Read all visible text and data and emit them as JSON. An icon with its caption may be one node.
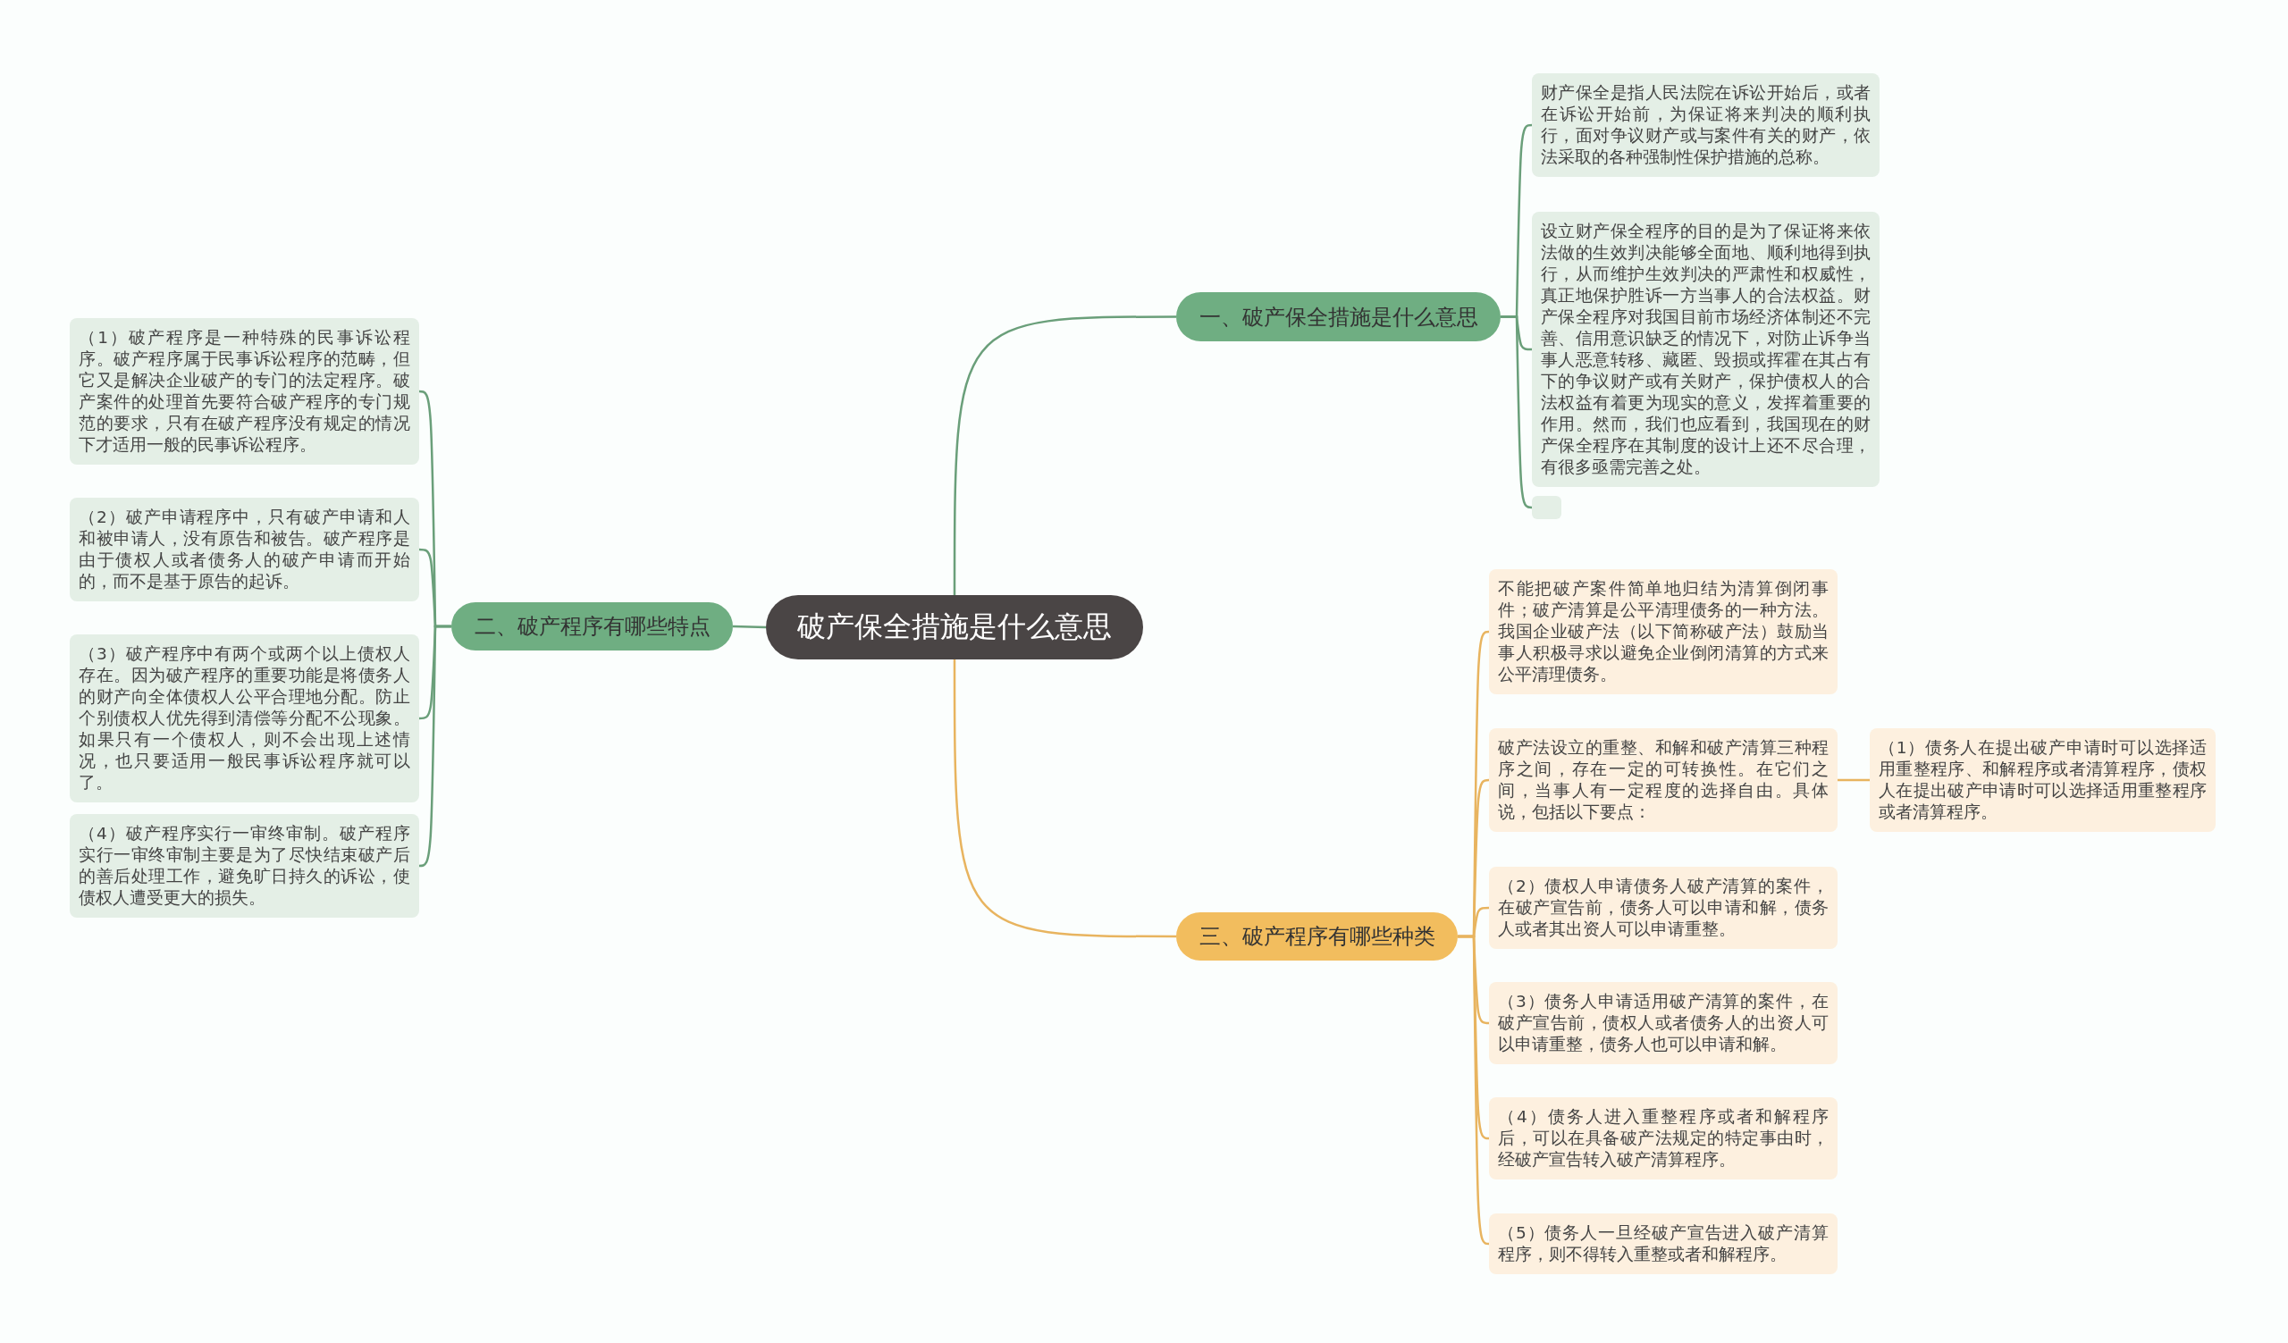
{
  "diagram": {
    "nodes": [
      {
        "text": [
          "破产保全措施是什么意思"
        ]
      },
      {
        "text": [
          "一、破产保全措施是什么意思"
        ]
      },
      {
        "text": [
          "财产保全是指人民法院在诉讼开始后，或者在诉讼开始前，为保证将来判决的顺利执行，面对争议财产或与案件有关的财产，依法采取的各种强制性保护措施的总称。"
        ]
      },
      {
        "text": [
          "设立财产保全程序的目的是为了保证将来依法做的生效判决能够全面地、顺利地得到执行，从而维护生效判决的严肃性和权威性，真正地保护胜诉一方当事人的合法权益。财产保全程序对我国目前市场经济体制还不完善、信用意识缺乏的情况下，对防止诉争当事人恶意转移、藏匿、毁损或挥霍在其占有下的争议财产或有关财产，保护债权人的合法权益有着更为现实的意义，发挥着重要的作用。然而，我们也应看到，我国现在的财产保全程序在其制度的设计上还不尽合理，有很多亟需完善之处。"
        ]
      },
      {
        "text": [],
        "shape": "box"
      },
      {
        "text": [
          "二、破产程序有哪些特点"
        ]
      },
      {
        "text": [
          "（1）破产程序是一种特殊的民事诉讼程序。破产程序属于民事诉讼程序的范畴，但它又是解决企业破产的专门的法定程序。破产案件的处理首先要符合破产程序的专门规范的要求，只有在破产程序没有规定的情况下才适用一般的民事诉讼程序。"
        ]
      },
      {
        "text": [
          "（2）破产申请程序中，只有破产申请和人和被申请人，没有原告和被告。破产程序是由于债权人或者债务人的破产申请而开始的，而不是基于原告的起诉。"
        ]
      },
      {
        "text": [
          "（3）破产程序中有两个或两个以上债权人存在。因为破产程序的重要功能是将债务人的财产向全体债权人公平合理地分配。防止个别债权人优先得到清偿等分配不公现象。如果只有一个债权人，则不会出现上述情况，也只要适用一般民事诉讼程序就可以了。"
        ]
      },
      {
        "text": [
          "（4）破产程序实行一审终审制。破产程序实行一审终审制主要是为了尽快结束破产后的善后处理工作，避免旷日持久的诉讼，使债权人遭受更大的损失。"
        ]
      },
      {
        "text": [
          "三、破产程序有哪些种类"
        ]
      },
      {
        "text": [
          "不能把破产案件简单地归结为清算倒闭事件；破产清算是公平清理债务的一种方法。我国企业破产法（以下简称破产法）鼓励当事人积极寻求以避免企业倒闭清算的方式来公平清理债务。"
        ]
      },
      {
        "text": [
          "破产法设立的重整、和解和破产清算三种程序之间，存在一定的可转换性。在它们之间，当事人有一定程度的选择自由。具体说，包括以下要点："
        ]
      },
      {
        "text": [
          "（1）债务人在提出破产申请时可以选择适用重整程序、和解程序或者清算程序，债权人在提出破产申请时可以选择适用重整程序或者清算程序。"
        ]
      },
      {
        "text": [
          "（2）债权人申请债务人破产清算的案件，在破产宣告前，债务人可以申请和解，债务人或者其出资人可以申请重整。"
        ]
      },
      {
        "text": [
          "（3）债务人申请适用破产清算的案件，在破产宣告前，债权人或者债务人的出资人可以申请重整，债务人也可以申请和解。"
        ]
      },
      {
        "text": [
          "（4）债务人进入重整程序或者和解程序后，可以在具备破产法规定的特定事由时，经破产宣告转入破产清算程序。"
        ]
      },
      {
        "text": [
          "（5）债务人一旦经破产宣告进入破产清算程序，则不得转入重整或者和解程序。"
        ]
      }
    ],
    "edges": [
      {
        "from": 0,
        "to": 1,
        "arrow": "none"
      },
      {
        "from": 1,
        "to": 2,
        "arrow": "none"
      },
      {
        "from": 1,
        "to": 3,
        "arrow": "none"
      },
      {
        "from": 1,
        "to": 4,
        "arrow": "none"
      },
      {
        "from": 0,
        "to": 5,
        "arrow": "none"
      },
      {
        "from": 5,
        "to": 6,
        "arrow": "none"
      },
      {
        "from": 5,
        "to": 7,
        "arrow": "none"
      },
      {
        "from": 5,
        "to": 8,
        "arrow": "none"
      },
      {
        "from": 5,
        "to": 9,
        "arrow": "none"
      },
      {
        "from": 0,
        "to": 10,
        "arrow": "none",
        "color": "#e8b45f"
      },
      {
        "from": 10,
        "to": 11,
        "arrow": "none",
        "color": "#e8b45f"
      },
      {
        "from": 10,
        "to": 12,
        "arrow": "none",
        "color": "#e8b45f"
      },
      {
        "from": 12,
        "to": 13,
        "arrow": "none",
        "color": "#e8b45f"
      },
      {
        "from": 10,
        "to": 14,
        "arrow": "none",
        "color": "#e8b45f"
      },
      {
        "from": 10,
        "to": 15,
        "arrow": "none",
        "color": "#e8b45f"
      },
      {
        "from": 10,
        "to": 16,
        "arrow": "none",
        "color": "#e8b45f"
      },
      {
        "from": 10,
        "to": 17,
        "arrow": "none",
        "color": "#e8b45f"
      }
    ]
  }
}
